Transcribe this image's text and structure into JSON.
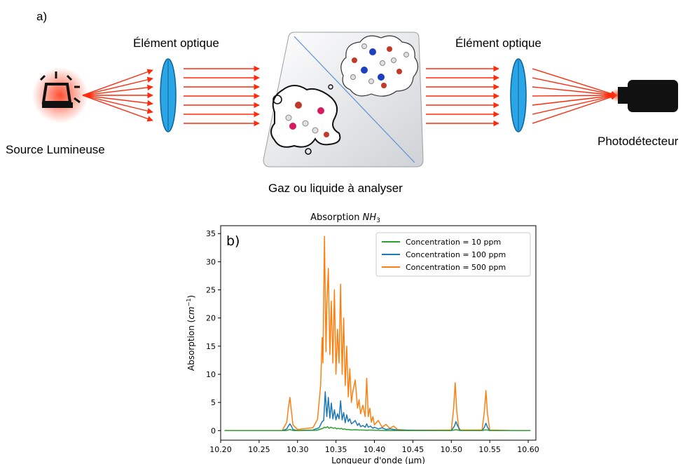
{
  "panel_a": {
    "label": "a)",
    "source_label": "Source Lumineuse",
    "optic_left_label": "Élément optique",
    "optic_right_label": "Élément optique",
    "sample_label": "Gaz ou liquide à analyser",
    "detector_label": "Photodétecteur"
  },
  "colors": {
    "beam": "#ff2a0a",
    "lens": "#2aa6e6",
    "series_10": "#2ca02c",
    "series_100": "#1f77b4",
    "series_500": "#ff7f0e"
  },
  "chart_data": {
    "type": "line",
    "panel_label": "b)",
    "title": "Absorption NH3",
    "title_main": "Absorption ",
    "title_chem": "NH",
    "title_sub": "3",
    "xlabel": "Longueur d'onde (µm)",
    "ylabel_main": "Absorption  (",
    "ylabel_unit": "cm",
    "ylabel_sup": "−1",
    "ylabel_close": ")",
    "xlim": [
      10.2,
      10.61
    ],
    "ylim": [
      -1.7,
      36.4
    ],
    "xticks": [
      "10.20",
      "10.25",
      "10.30",
      "10.35",
      "10.40",
      "10.45",
      "10.50",
      "10.55",
      "10.60"
    ],
    "yticks": [
      "0",
      "5",
      "10",
      "15",
      "20",
      "25",
      "30",
      "35"
    ],
    "grid": false,
    "legend_position": "top-right",
    "series": [
      {
        "name": "Concentration = 10 ppm",
        "x": [
          10.205,
          10.285,
          10.288,
          10.29,
          10.292,
          10.295,
          10.325,
          10.333,
          10.335,
          10.337,
          10.339,
          10.341,
          10.343,
          10.345,
          10.347,
          10.349,
          10.351,
          10.353,
          10.355,
          10.357,
          10.359,
          10.361,
          10.363,
          10.366,
          10.37,
          10.375,
          10.38,
          10.385,
          10.39,
          10.395,
          10.4,
          10.41,
          10.42,
          10.44,
          10.5,
          10.504,
          10.506,
          10.508,
          10.512,
          10.54,
          10.543,
          10.545,
          10.547,
          10.55,
          10.603
        ],
        "y": [
          0,
          0,
          0.1,
          0.2,
          0.1,
          0,
          0.05,
          0.4,
          0.6,
          0.5,
          0.7,
          0.4,
          0.6,
          0.5,
          0.4,
          0.5,
          0.3,
          0.4,
          0.3,
          0.4,
          0.2,
          0.3,
          0.2,
          0.2,
          0.1,
          0.15,
          0.1,
          0.1,
          0.05,
          0.1,
          0.05,
          0.03,
          0.02,
          0.01,
          0,
          0.1,
          0.15,
          0.1,
          0,
          0,
          0.1,
          0.12,
          0.1,
          0,
          0
        ]
      },
      {
        "name": "Concentration = 100 ppm",
        "x": [
          10.205,
          10.28,
          10.286,
          10.288,
          10.29,
          10.292,
          10.294,
          10.3,
          10.32,
          10.328,
          10.332,
          10.334,
          10.336,
          10.338,
          10.34,
          10.342,
          10.344,
          10.346,
          10.348,
          10.35,
          10.352,
          10.354,
          10.356,
          10.358,
          10.36,
          10.362,
          10.364,
          10.366,
          10.368,
          10.37,
          10.372,
          10.375,
          10.378,
          10.38,
          10.382,
          10.385,
          10.388,
          10.39,
          10.392,
          10.395,
          10.398,
          10.4,
          10.405,
          10.41,
          10.415,
          10.42,
          10.43,
          10.45,
          10.5,
          10.504,
          10.506,
          10.508,
          10.512,
          10.54,
          10.543,
          10.545,
          10.547,
          10.55,
          10.58,
          10.603
        ],
        "y": [
          0,
          0,
          0.3,
          0.8,
          1.2,
          0.8,
          0.2,
          0,
          0.1,
          0.5,
          1.6,
          1.8,
          6.9,
          2.5,
          5.9,
          2.2,
          4.9,
          2.1,
          3.7,
          1.9,
          3.0,
          2.1,
          5.3,
          1.9,
          3.2,
          1.4,
          2.8,
          1.6,
          2.1,
          1.2,
          1.4,
          1.8,
          0.9,
          1.3,
          0.7,
          0.9,
          0.6,
          1.2,
          0.6,
          0.8,
          0.4,
          0.6,
          0.3,
          0.5,
          0.2,
          0.3,
          0.1,
          0.05,
          0,
          0.8,
          1.6,
          0.9,
          0,
          0,
          0.6,
          1.3,
          0.6,
          0,
          0,
          0
        ]
      },
      {
        "name": "Concentration = 500 ppm",
        "x": [
          10.205,
          10.28,
          10.286,
          10.288,
          10.29,
          10.292,
          10.294,
          10.3,
          10.32,
          10.326,
          10.33,
          10.332,
          10.333,
          10.335,
          10.337,
          10.338,
          10.34,
          10.342,
          10.344,
          10.346,
          10.348,
          10.35,
          10.352,
          10.354,
          10.356,
          10.358,
          10.36,
          10.362,
          10.364,
          10.366,
          10.368,
          10.37,
          10.372,
          10.375,
          10.378,
          10.38,
          10.382,
          10.385,
          10.388,
          10.39,
          10.392,
          10.394,
          10.396,
          10.398,
          10.4,
          10.405,
          10.41,
          10.415,
          10.42,
          10.425,
          10.43,
          10.44,
          10.46,
          10.5,
          10.503,
          10.505,
          10.507,
          10.51,
          10.54,
          10.543,
          10.545,
          10.547,
          10.55,
          10.58,
          10.603
        ],
        "y": [
          0,
          0,
          1.5,
          4.0,
          5.9,
          3.5,
          1.0,
          0.2,
          0.5,
          2.0,
          8.0,
          16.5,
          12.0,
          34.5,
          14.0,
          22.0,
          28.8,
          13.5,
          23.0,
          12.0,
          25.0,
          10.0,
          18.0,
          12.0,
          26.0,
          10.0,
          20.0,
          8.0,
          15.0,
          6.0,
          11.0,
          5.0,
          7.0,
          9.0,
          4.0,
          5.5,
          3.0,
          4.5,
          2.5,
          9.3,
          2.5,
          4.0,
          1.5,
          2.5,
          1.0,
          1.8,
          0.6,
          1.1,
          0.4,
          0.8,
          0.2,
          0.1,
          0.05,
          0.1,
          4.0,
          8.5,
          3.5,
          0.1,
          0.1,
          3.5,
          7.1,
          3.0,
          0.1,
          0,
          0
        ]
      }
    ]
  }
}
